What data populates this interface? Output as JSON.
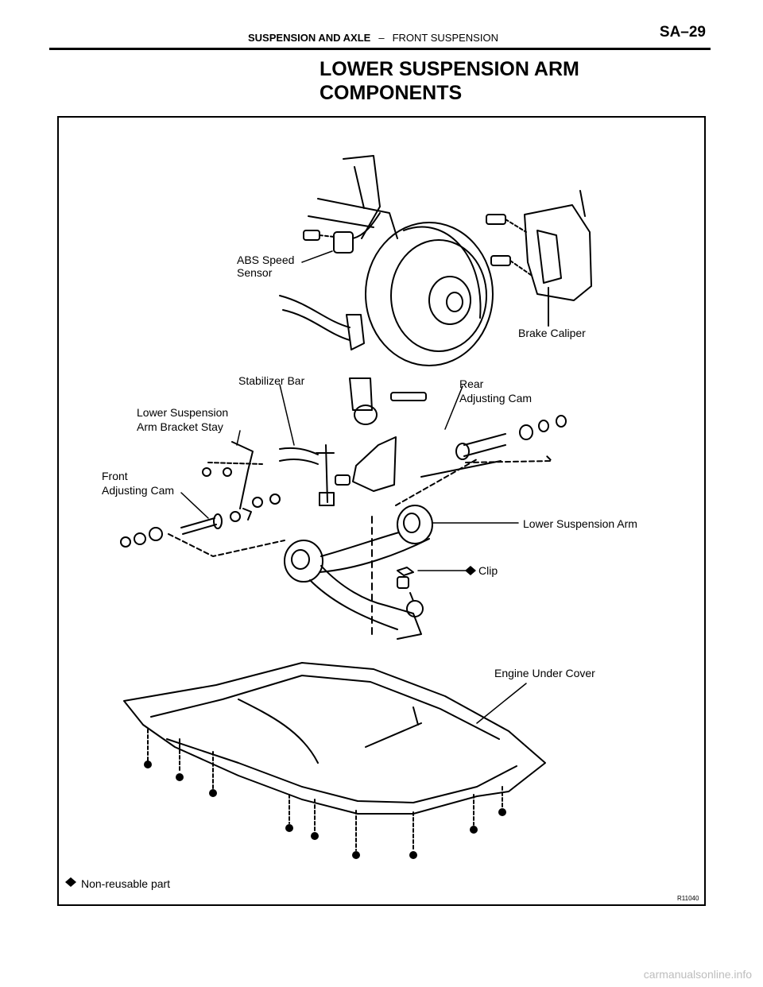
{
  "header": {
    "section": "SUSPENSION AND AXLE",
    "separator": "–",
    "subsection": "FRONT SUSPENSION",
    "page": "SA–29"
  },
  "title": {
    "line1": "LOWER SUSPENSION ARM",
    "line2": "COMPONENTS"
  },
  "labels": {
    "abs_line1": "ABS Speed",
    "abs_line2": "Sensor",
    "brake_caliper": "Brake Caliper",
    "stabilizer_bar": "Stabilizer Bar",
    "rear_cam_line1": "Rear",
    "rear_cam_line2": "Adjusting Cam",
    "bracket_line1": "Lower Suspension",
    "bracket_line2": "Arm Bracket Stay",
    "front_cam_line1": "Front",
    "front_cam_line2": "Adjusting Cam",
    "lower_arm": "Lower Suspension Arm",
    "clip": "Clip",
    "engine_cover": "Engine Under Cover"
  },
  "footer": {
    "note": "Non-reusable part",
    "code": "R11040"
  },
  "watermark": "carmanualsonline.info"
}
